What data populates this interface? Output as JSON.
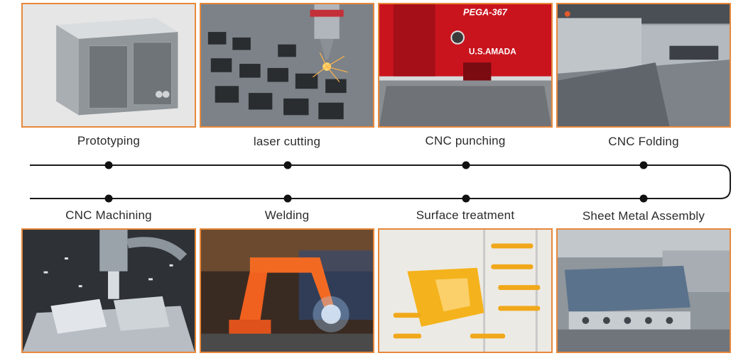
{
  "colors": {
    "frame": "#e8883a",
    "line": "#1a1a1a",
    "text": "#2b2b2b"
  },
  "top_row": [
    {
      "label": "Prototyping",
      "image": "sheet-metal-cabinet-image"
    },
    {
      "label": "laser cutting",
      "image": "laser-cutter-image"
    },
    {
      "label": "CNC punching",
      "image": "punching-machine-image",
      "brand_text": "PEGA-367",
      "brand_text_2": "U.S.AMADA"
    },
    {
      "label": "CNC Folding",
      "image": "press-brake-image"
    }
  ],
  "bottom_row": [
    {
      "label": "CNC Machining",
      "image": "cnc-mill-image"
    },
    {
      "label": "Welding",
      "image": "welding-robot-image"
    },
    {
      "label": "Surface treatment",
      "image": "powder-coated-parts-image"
    },
    {
      "label": "Sheet Metal Assembly",
      "image": "assembled-bbq-grills-image"
    }
  ]
}
